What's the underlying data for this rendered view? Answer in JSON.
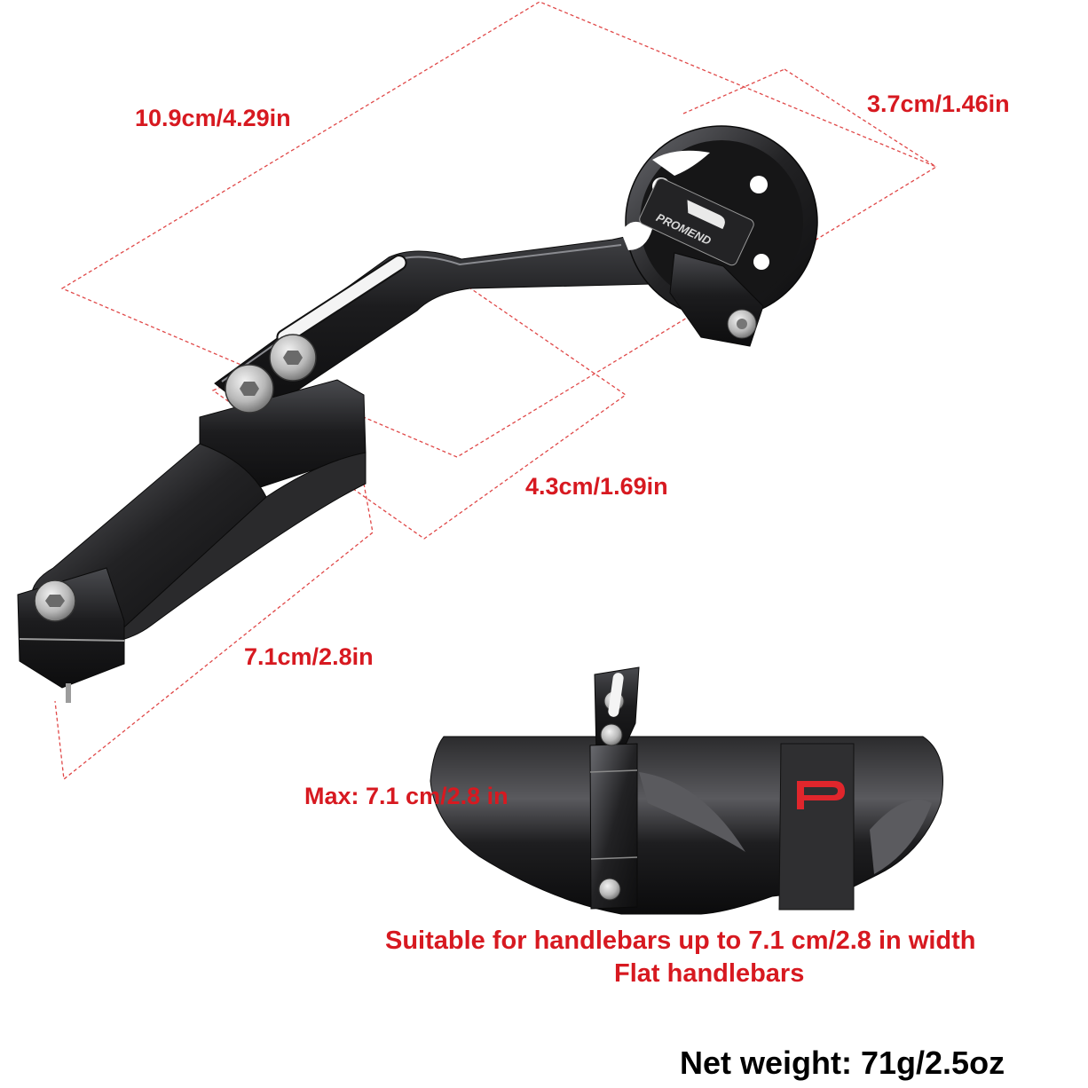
{
  "dimensions": {
    "length": "10.9cm/4.29in",
    "width": "3.7cm/1.46in",
    "offset": "4.3cm/1.69in",
    "clamp": "7.1cm/2.8in",
    "max_handlebar": "Max: 7.1 cm/2.8 in"
  },
  "notes": {
    "line1": "Suitable for handlebars up to 7.1 cm/2.8 in width",
    "line2": "Flat handlebars"
  },
  "net_weight": "Net weight: 71g/2.5oz",
  "colors": {
    "annotation": "#d71920",
    "product": "#1b1b1d",
    "background": "#ffffff"
  },
  "icons": [
    "promend-logo-icon",
    "hex-bolt-icon"
  ]
}
